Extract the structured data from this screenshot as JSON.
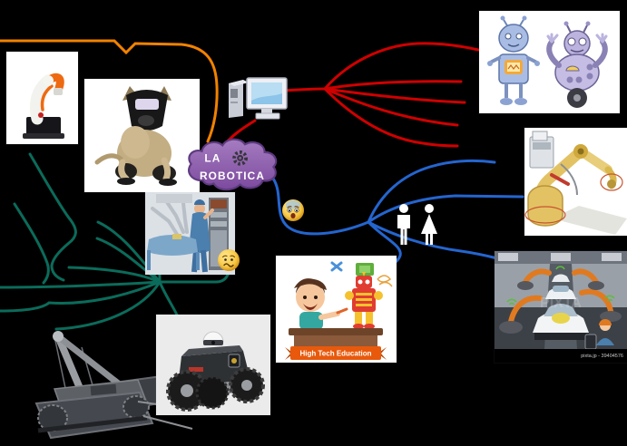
{
  "app": {
    "type": "mind-map",
    "background": "#000000"
  },
  "central_topic": {
    "line1": "LA",
    "line2": "ROBOTICA",
    "fill": "#8a5ba6",
    "fill_light": "#a57cc0",
    "border": "#5e3a80",
    "text_color": "#ffffff",
    "icon": "gear-icon"
  },
  "branch_colors": {
    "orange": "#f28200",
    "red": "#cf0000",
    "blue": "#2465cf",
    "teal": "#0b6b5a"
  },
  "nodes": {
    "robotic_arm": {
      "name": "white-orange-robot-arm-photo"
    },
    "robot_dog": {
      "name": "robot-dog-photo"
    },
    "computer": {
      "name": "desktop-computer-icon"
    },
    "cartoon_robots": {
      "name": "cartoon-robots-illustration"
    },
    "yellow_arm": {
      "name": "industrial-robot-arm-illustration"
    },
    "people": {
      "name": "man-woman-pictogram"
    },
    "factory": {
      "name": "car-assembly-line-illustration",
      "watermark": "PIXTA",
      "caption": "pixta.jp - 39404576"
    },
    "education": {
      "name": "high-tech-education-illustration",
      "banner": "High Tech Education"
    },
    "surgical": {
      "name": "surgical-robot-photo"
    },
    "tracked_robot": {
      "name": "tracked-military-robot-photo"
    },
    "rover": {
      "name": "four-wheel-rover-photo"
    },
    "emoji_fearful": {
      "name": "fearful-face-emoji"
    },
    "emoji_confused": {
      "name": "confused-face-emoji"
    }
  }
}
